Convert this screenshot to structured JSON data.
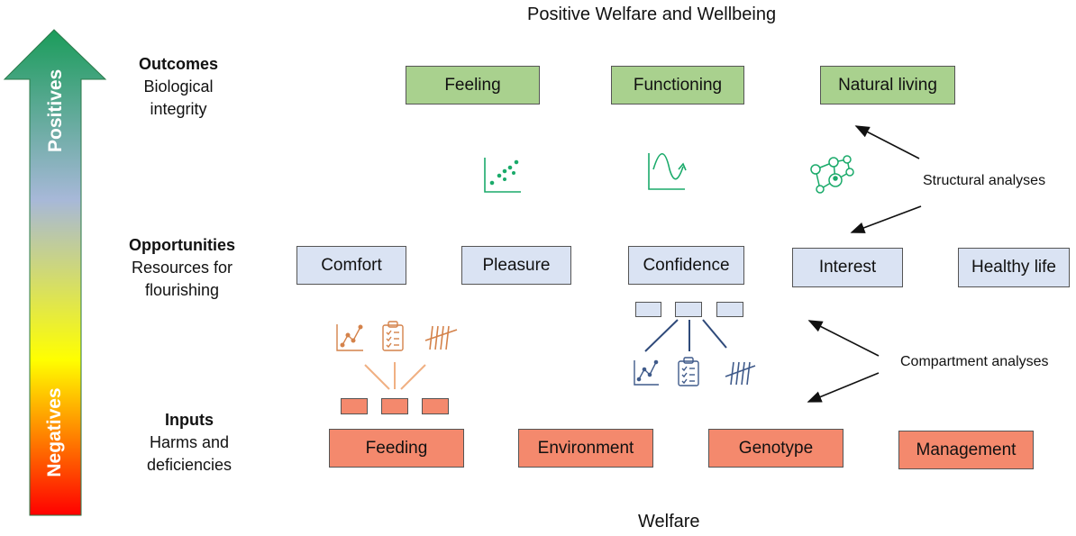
{
  "top_title": "Positive Welfare and Wellbeing",
  "bottom_title": "Welfare",
  "scale_arrow": {
    "top_label": "Positives",
    "bottom_label": "Negatives",
    "colors": [
      "#1a9c5a",
      "#a7b8d8",
      "#ffff00",
      "#ff0000"
    ]
  },
  "levels": {
    "outcomes": {
      "title": "Outcomes",
      "line1": "Biological",
      "line2": "integrity"
    },
    "opportunities": {
      "title": "Opportunities",
      "line1": "Resources for",
      "line2": "flourishing"
    },
    "inputs": {
      "title": "Inputs",
      "line1": "Harms and",
      "line2": "deficiencies"
    }
  },
  "outcome_boxes": [
    "Feeling",
    "Functioning",
    "Natural living"
  ],
  "opportunity_boxes": [
    "Comfort",
    "Pleasure",
    "Confidence",
    "Interest",
    "Healthy life"
  ],
  "input_boxes": [
    "Feeding",
    "Environment",
    "Genotype",
    "Management"
  ],
  "annotations": {
    "structural": "Structural analyses",
    "compartment": "Compartment analyses"
  },
  "icons": {
    "outcome_row": [
      "scatter-plot-icon",
      "trend-wave-icon",
      "network-icon"
    ],
    "measure_set": [
      "line-chart-icon",
      "clipboard-checklist-icon",
      "tally-marks-icon"
    ]
  },
  "colors": {
    "outcome_fill": "#a9d18e",
    "opportunity_fill": "#dae3f3",
    "input_fill": "#f4896d",
    "icon_green": "#1aaa6a",
    "icon_orange": "#d4824a",
    "icon_blue": "#3f5a8a"
  }
}
